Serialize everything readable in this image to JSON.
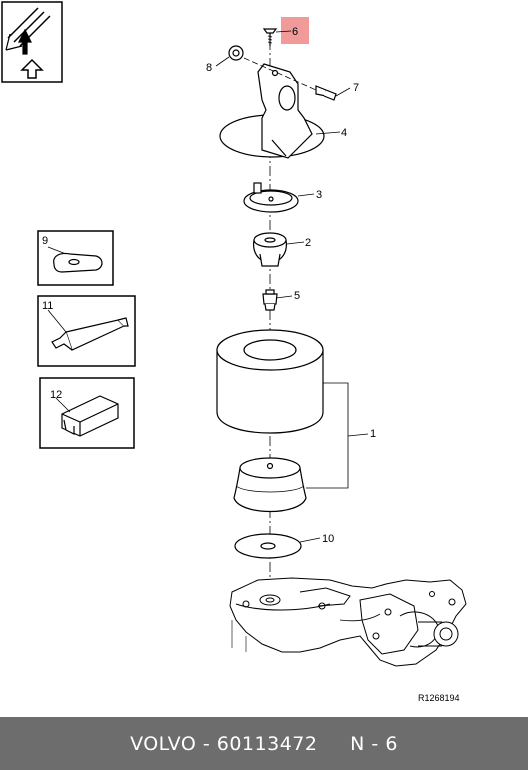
{
  "callouts": {
    "c1": "1",
    "c2": "2",
    "c3": "3",
    "c4": "4",
    "c5": "5",
    "c6": "6",
    "c7": "7",
    "c8": "8",
    "c9": "9",
    "c10": "10",
    "c11": "11",
    "c12": "12"
  },
  "drawing_ref": "R1268194",
  "footer": {
    "brand": "VOLVO",
    "part_number": "60113472",
    "position": "N - 6"
  },
  "colors": {
    "highlight": "#f19a9a",
    "footer_bg": "#6d6d6d",
    "line": "#000000"
  }
}
